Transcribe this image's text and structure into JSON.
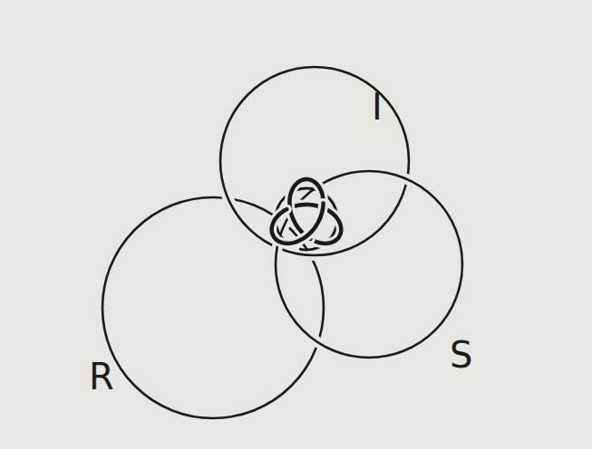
{
  "diagram": {
    "labels": [
      "I",
      "S",
      "R"
    ]
  }
}
